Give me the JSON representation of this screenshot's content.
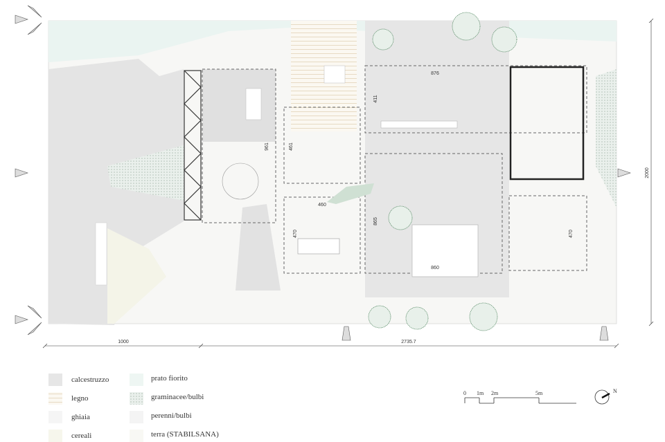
{
  "plan": {
    "dimensions": {
      "left_width": "1000",
      "total_width": "2735.7",
      "height": "2000",
      "left_module_height": "961",
      "mid_top_height": "461",
      "mid_width": "460",
      "mid_bottom_height": "470",
      "right_top_width": "876",
      "right_top_height": "411",
      "right_big_height": "865",
      "right_big_width": "860",
      "right_small_height": "470"
    }
  },
  "legend": {
    "items": [
      {
        "label": "calcestruzzo",
        "color": "#e6e6e6"
      },
      {
        "label": "legno",
        "color": "#f6efe2"
      },
      {
        "label": "ghiaia",
        "color": "#f5f5f5"
      },
      {
        "label": "cereali",
        "color": "#f6f6ec"
      },
      {
        "label": "prato fiorito",
        "color": "#eef6f3"
      },
      {
        "label": "graminacee/bulbi",
        "color": "#e4ebe6"
      },
      {
        "label": "perenni/bulbi",
        "color": "#f4f4f4"
      },
      {
        "label": "terra (STABILSANA)",
        "color": "#f8f8f4"
      }
    ]
  },
  "scale_bar": {
    "labels": [
      "0",
      "1m",
      "2m",
      "5m"
    ]
  },
  "north": {
    "label": "N"
  }
}
